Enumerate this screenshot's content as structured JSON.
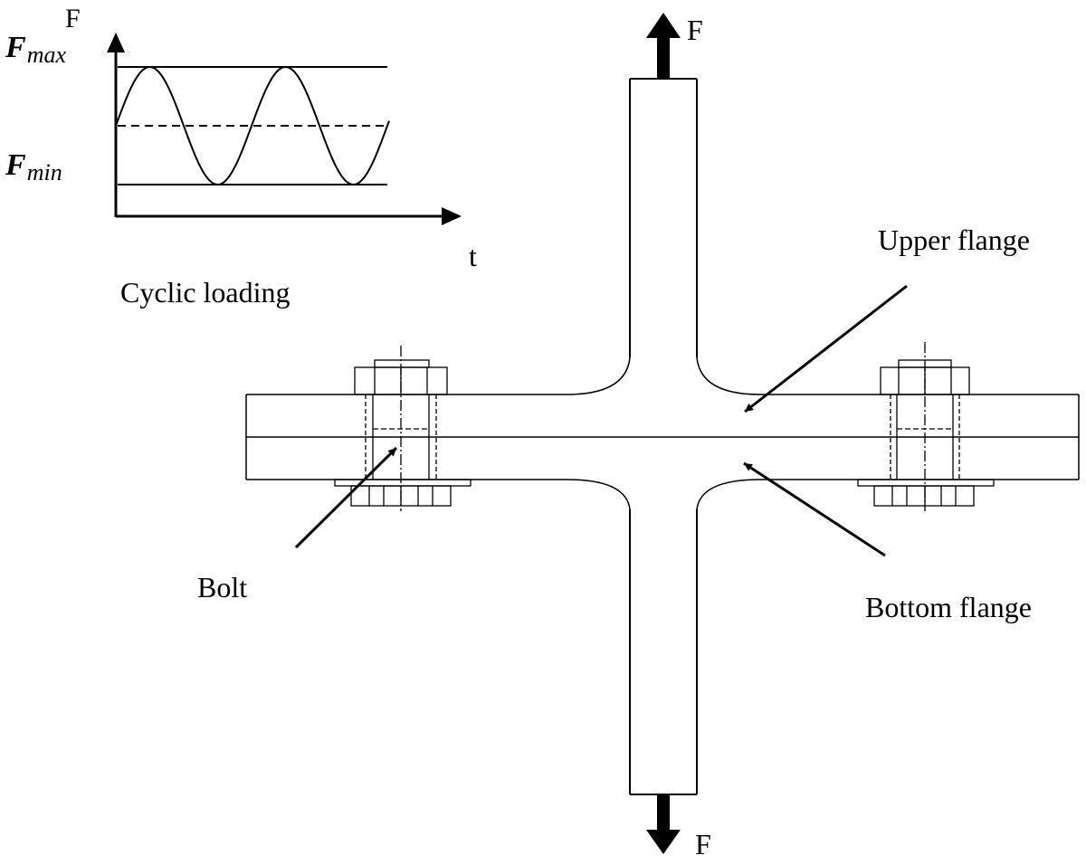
{
  "chart": {
    "y_axis_label": "F",
    "x_axis_label": "t",
    "f_max_label": "F",
    "f_max_subscript": "max",
    "f_min_label": "F",
    "f_min_subscript": "min",
    "caption": "Cyclic loading"
  },
  "forces": {
    "top_label": "F",
    "bottom_label": "F"
  },
  "callouts": {
    "upper_flange": "Upper flange",
    "bottom_flange": "Bottom flange",
    "bolt": "Bolt"
  }
}
